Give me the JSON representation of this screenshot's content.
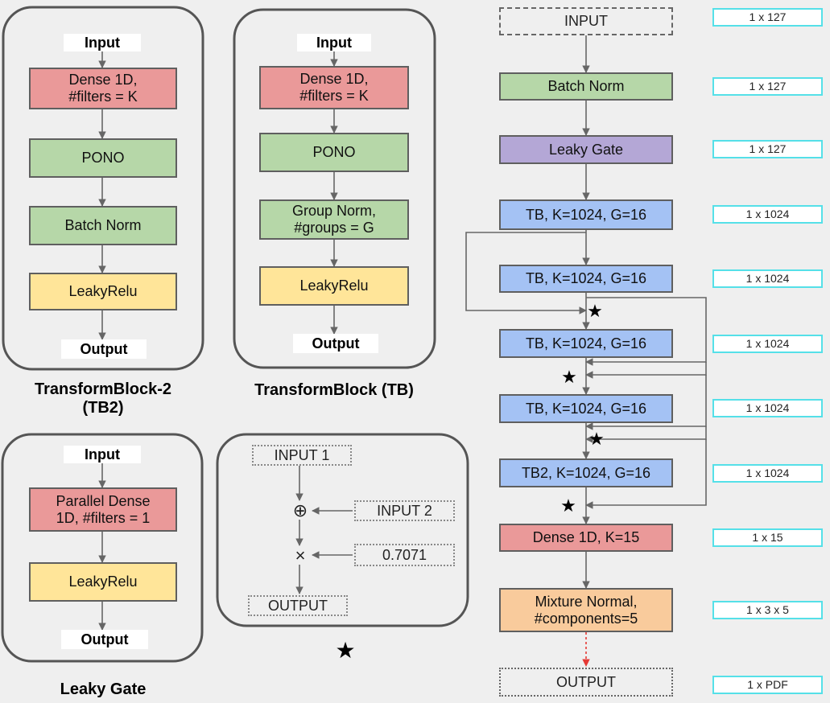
{
  "panels": {
    "tb2": {
      "input": "Input",
      "dense": "Dense 1D,\n#filters = K",
      "pono": "PONO",
      "norm": "Batch Norm",
      "act": "LeakyRelu",
      "output": "Output",
      "caption": "TransformBlock-2\n(TB2)"
    },
    "tb": {
      "input": "Input",
      "dense": "Dense 1D,\n#filters = K",
      "pono": "PONO",
      "norm": "Group Norm,\n#groups = G",
      "act": "LeakyRelu",
      "output": "Output",
      "caption": "TransformBlock (TB)"
    },
    "gate": {
      "input": "Input",
      "dense": "Parallel Dense\n1D, #filters = 1",
      "act": "LeakyRelu",
      "output": "Output",
      "caption": "Leaky Gate"
    },
    "star_op": {
      "input1": "INPUT 1",
      "input2": "INPUT 2",
      "constant": "0.7071",
      "plus_symbol": "⊕",
      "times_symbol": "×",
      "output": "OUTPUT",
      "caption": "★"
    }
  },
  "main": {
    "star_symbol": "★",
    "nodes": [
      {
        "label": "INPUT",
        "dims": "1 x 127"
      },
      {
        "label": "Batch Norm",
        "dims": "1 x 127"
      },
      {
        "label": "Leaky Gate",
        "dims": "1 x 127"
      },
      {
        "label": "TB, K=1024, G=16",
        "dims": "1 x 1024"
      },
      {
        "label": "TB, K=1024, G=16",
        "dims": "1 x 1024"
      },
      {
        "label": "TB, K=1024, G=16",
        "dims": "1 x 1024"
      },
      {
        "label": "TB, K=1024, G=16",
        "dims": "1 x 1024"
      },
      {
        "label": "TB2, K=1024, G=16",
        "dims": "1 x 1024"
      },
      {
        "label": "Dense 1D, K=15",
        "dims": "1 x 15"
      },
      {
        "label": "Mixture Normal,\n#components=5",
        "dims": "1 x 3 x 5"
      },
      {
        "label": "OUTPUT",
        "dims": "1 x PDF"
      }
    ]
  },
  "colors": {
    "dense": "#ea9999",
    "norm": "#b6d7a8",
    "activation": "#ffe599",
    "transform_block": "#a4c2f4",
    "gate": "#b4a7d6",
    "mixture": "#f9cb9c",
    "dims_border": "#55e0e8",
    "output_arrow": "#e53935"
  }
}
